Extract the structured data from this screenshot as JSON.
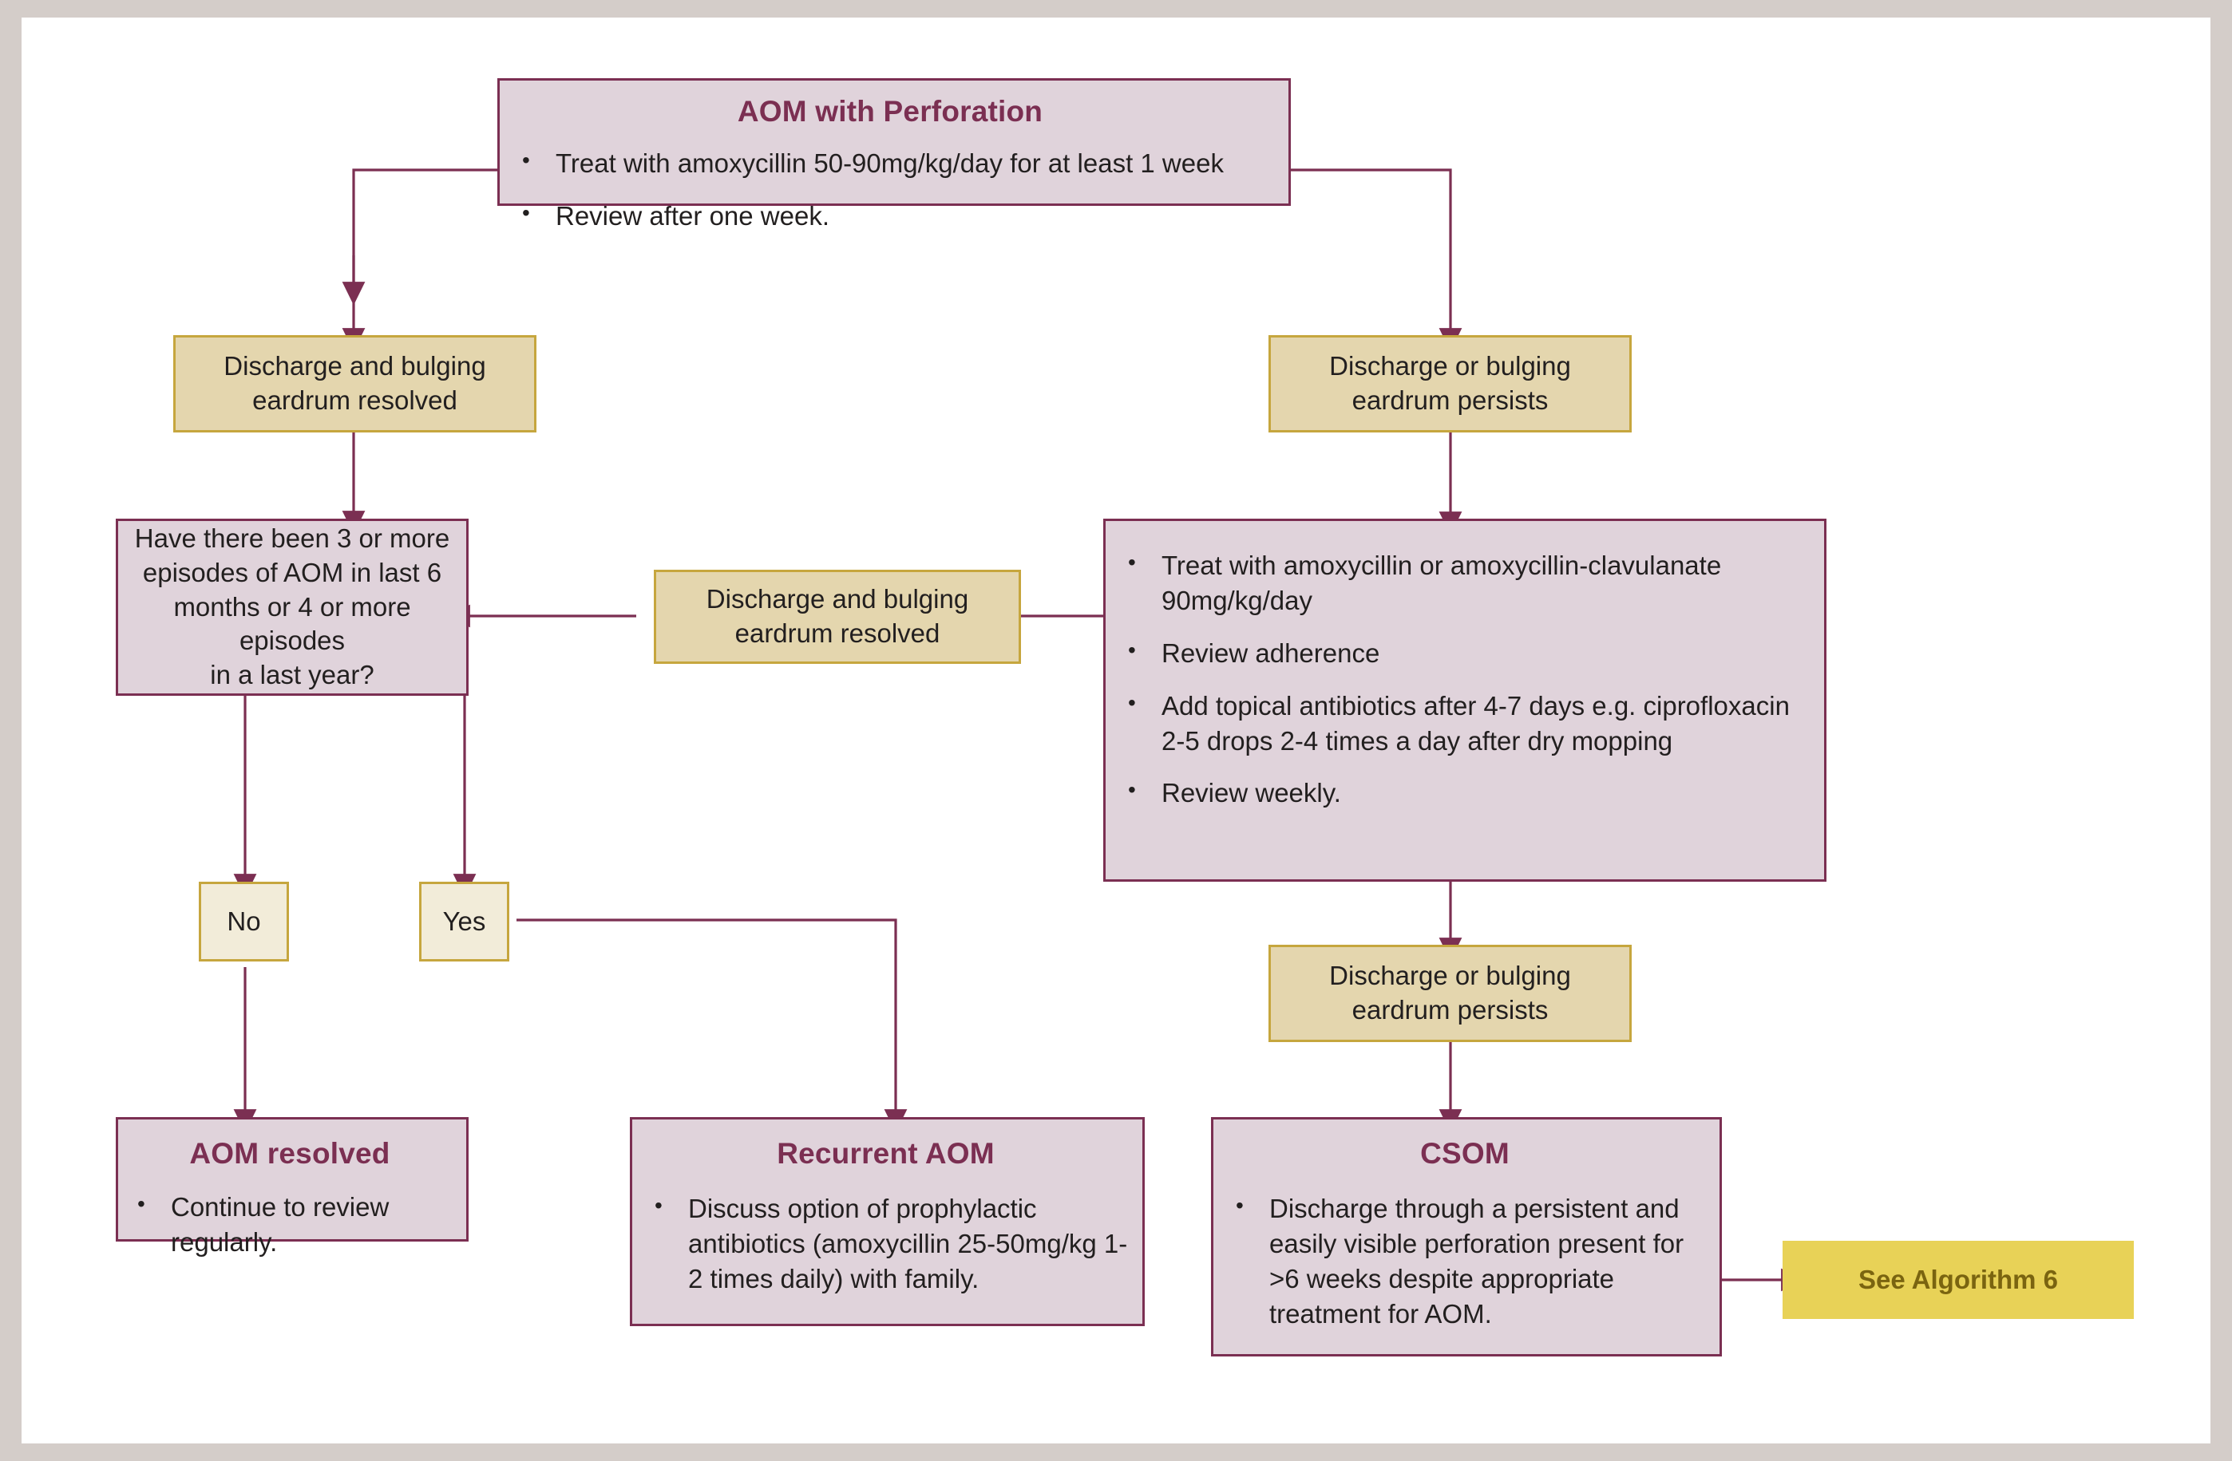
{
  "diagram": {
    "title": "AOM with Perforation treatment algorithm",
    "colors": {
      "page_background": "#d4cdc9",
      "canvas": "#ffffff",
      "purple_fill": "#e0d3db",
      "purple_border": "#7b2f52",
      "tan_fill": "#e4d6ae",
      "tan_border": "#c6a63e",
      "cream_fill": "#f2ecd9",
      "yellow_fill": "#e8d257",
      "yellow_text": "#7a6410",
      "connector": "#7b2f52",
      "body_text": "#221f1f"
    },
    "nodes": {
      "aom_perforation": {
        "title": "AOM with Perforation",
        "bullets": [
          "Treat with amoxycillin 50-90mg/kg/day for at least 1 week",
          "Review after one week."
        ]
      },
      "resolved_left": {
        "lines": [
          "Discharge and bulging",
          "eardrum resolved"
        ]
      },
      "persists_right": {
        "lines": [
          "Discharge or bulging",
          "eardrum persists"
        ]
      },
      "question": {
        "lines": [
          "Have there been 3 or more",
          "episodes of AOM in last 6",
          "months or 4 or more episodes",
          "in a last year?"
        ]
      },
      "resolved_middle": {
        "lines": [
          "Discharge and bulging",
          "eardrum resolved"
        ]
      },
      "treatment": {
        "bullets": [
          "Treat with amoxycillin or amoxycillin-clavulanate 90mg/kg/day",
          "Review adherence",
          "Add topical antibiotics after 4-7 days e.g. ciprofloxacin 2-5 drops 2-4 times a day after dry mopping",
          "Review weekly."
        ]
      },
      "persists_lower": {
        "lines": [
          "Discharge or bulging",
          "eardrum persists"
        ]
      },
      "answer_no": {
        "label": "No"
      },
      "answer_yes": {
        "label": "Yes"
      },
      "aom_resolved": {
        "title": "AOM resolved",
        "bullets": [
          "Continue to review regularly."
        ]
      },
      "recurrent_aom": {
        "title": "Recurrent AOM",
        "bullets": [
          "Discuss option of prophylactic antibiotics (amoxycillin 25-50mg/kg 1-2 times daily) with family."
        ]
      },
      "csom": {
        "title": "CSOM",
        "bullets": [
          "Discharge through a persistent and easily visible perforation present for >6 weeks despite appropriate treatment for AOM."
        ]
      },
      "see_algorithm": {
        "label": "See Algorithm 6"
      }
    }
  }
}
